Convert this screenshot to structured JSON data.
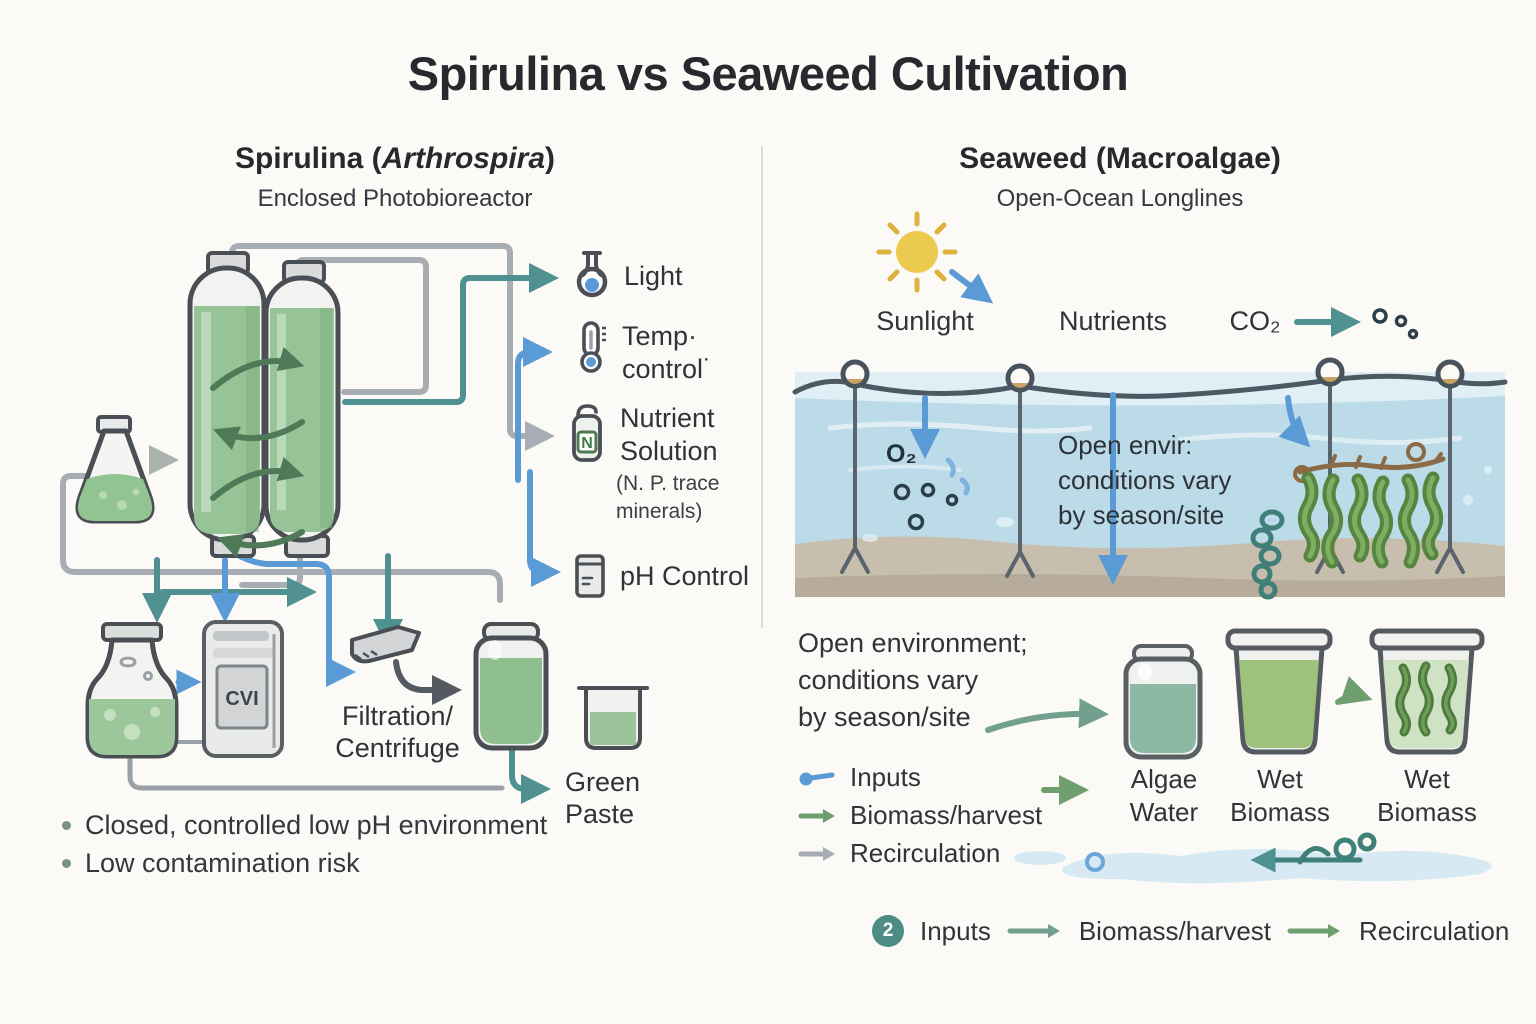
{
  "title": "Spirulina vs Seaweed Cultivation",
  "left": {
    "heading_prefix": "Spirulina (",
    "heading_species": "Arthrospira",
    "heading_suffix": ")",
    "subheading": "Enclosed Photobioreactor",
    "label_light": "Light",
    "label_temp_1": "Temp·",
    "label_temp_2": "control˙",
    "label_nutrient_1": "Nutrient",
    "label_nutrient_2": "Solution",
    "nutrient_note_1": "(N. P. trace",
    "nutrient_note_2": "minerals)",
    "nutrient_icon_letter": "N",
    "label_ph": "pH Control",
    "machine_label": "CVI",
    "filtration_1": "Filtration/",
    "filtration_2": "Centrifuge",
    "green_paste_1": "Green",
    "green_paste_2": "Paste",
    "bullet_1": "Closed, controlled low pH environment",
    "bullet_2": "Low contamination risk"
  },
  "right": {
    "heading": "Seaweed (Macroalgae)",
    "subheading": "Open-Ocean Longlines",
    "input_sunlight": "Sunlight",
    "input_nutrients": "Nutrients",
    "input_co2": "CO₂",
    "o2": "O₂",
    "water_note_1": "Open envir:",
    "water_note_2": "conditions vary",
    "water_note_3": "by season/site",
    "env_note_1": "Open environment;",
    "env_note_2": "conditions vary",
    "env_note_3": "by season/site",
    "legend_inputs": "Inputs",
    "legend_biomass": "Biomass/harvest",
    "legend_recirculation": "Recirculation",
    "container_1_1": "Algae",
    "container_1_2": "Water",
    "container_2_1": "Wet",
    "container_2_2": "Biomass",
    "container_3_1": "Wet",
    "container_3_2": "Biomass",
    "badge": "2",
    "flow_1": "Inputs",
    "flow_2": "Biomass/harvest",
    "flow_3": "Recirculation"
  },
  "colors": {
    "background": "#fbfaf7",
    "algae_green": "#94c494",
    "water_blue": "#bcdbe8",
    "arrow_blue": "#5b9bd5",
    "arrow_teal": "#4f9090",
    "arrow_green": "#6f9e6f",
    "arrow_gray": "#a8adb3",
    "sun_yellow": "#ecc94f",
    "seaweed_green": "#5d8f4d",
    "sand": "#c8bead",
    "ink": "#2b3036"
  }
}
